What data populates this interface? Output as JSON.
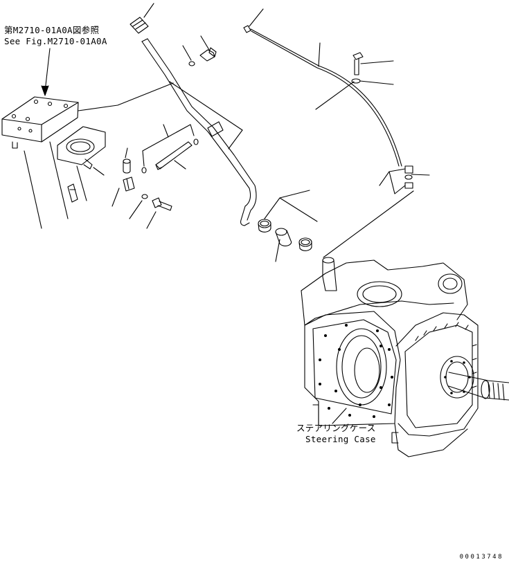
{
  "reference": {
    "japanese": "第M2710-01A0A図参照",
    "english": "See Fig.M2710-01A0A"
  },
  "assembly": {
    "japanese": "ステアリングケース",
    "english": "Steering Case"
  },
  "figure_id": "00013748"
}
